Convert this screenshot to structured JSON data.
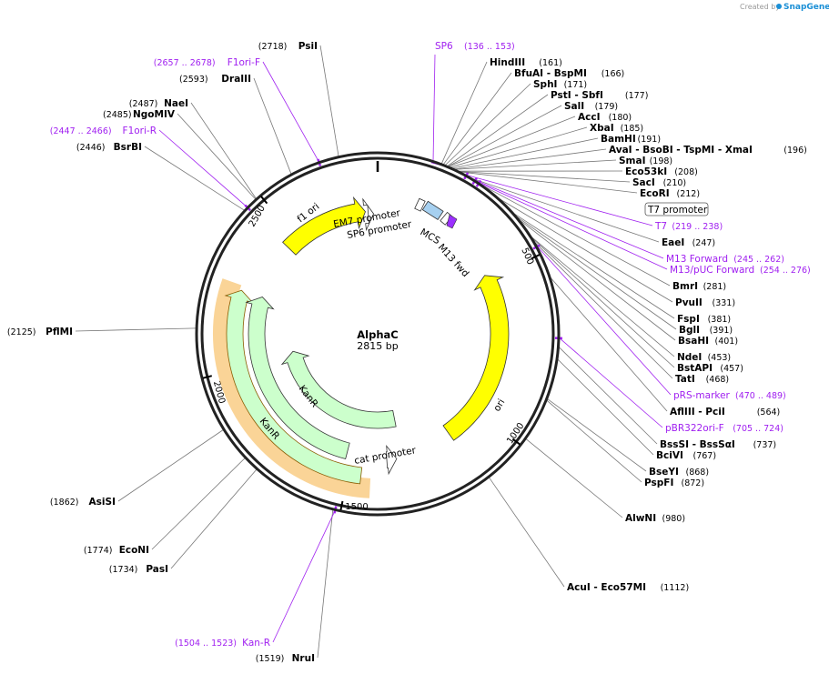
{
  "credit": {
    "prefix": "Created by",
    "brand": "SnapGene"
  },
  "plasmid": {
    "name": "AlphaC",
    "size": "2815 bp"
  },
  "ticks": [
    {
      "label": "500"
    },
    {
      "label": "1000"
    },
    {
      "label": "1500"
    },
    {
      "label": "2000"
    },
    {
      "label": "2500"
    }
  ],
  "features": {
    "f1_ori": "f1 ori",
    "em7": "EM7 promoter",
    "sp6_prom": "SP6 promoter",
    "mcs": "MCS",
    "m13fwd": "M13 fwd",
    "kanr_outer": "KanR",
    "kanr_inner": "KanR",
    "ori": "ori",
    "cat": "cat promoter",
    "t7prom": "T7 promoter"
  },
  "enzymes_right": [
    {
      "name": "HindIII",
      "pos": "(161)"
    },
    {
      "name": "BfuAI",
      "extra": " - BspMI",
      "pos": "(166)"
    },
    {
      "name": "SphI",
      "pos": "(171)"
    },
    {
      "name": "PstI",
      "extra": " - SbfI",
      "pos": "(177)"
    },
    {
      "name": "SalI",
      "pos": "(179)"
    },
    {
      "name": "AccI",
      "pos": "(180)"
    },
    {
      "name": "XbaI",
      "pos": "(185)"
    },
    {
      "name": "BamHI",
      "pos": "(191)"
    },
    {
      "name": "AvaI",
      "extra": " - BsoBI - TspMI - XmaI",
      "pos": "(196)"
    },
    {
      "name": "SmaI",
      "pos": "(198)"
    },
    {
      "name": "Eco53kI",
      "pos": "(208)"
    },
    {
      "name": "SacI",
      "pos": "(210)"
    },
    {
      "name": "EcoRI",
      "pos": "(212)"
    },
    {
      "name": "EaeI",
      "pos": "(247)"
    },
    {
      "name": "BmrI",
      "pos": "(281)"
    },
    {
      "name": "PvuII",
      "pos": "(331)"
    },
    {
      "name": "FspI",
      "pos": "(381)"
    },
    {
      "name": "BglI",
      "pos": "(391)"
    },
    {
      "name": "BsaHI",
      "pos": "(401)"
    },
    {
      "name": "NdeI",
      "pos": "(453)"
    },
    {
      "name": "BstAPI",
      "pos": "(457)"
    },
    {
      "name": "TatI",
      "pos": "(468)"
    },
    {
      "name": "AflIII",
      "extra": " - PciI",
      "pos": "(564)"
    },
    {
      "name": "BssSI",
      "extra": " - BssSαI",
      "pos": "(737)"
    },
    {
      "name": "BciVI",
      "pos": "(767)"
    },
    {
      "name": "BseYI",
      "pos": "(868)"
    },
    {
      "name": "PspFI",
      "pos": "(872)"
    },
    {
      "name": "AlwNI",
      "pos": "(980)"
    },
    {
      "name": "AcuI",
      "extra": " - Eco57MI",
      "pos": "(1112)"
    }
  ],
  "primers_right": [
    {
      "name": "T7",
      "pos": "(219 .. 238)"
    },
    {
      "name": "M13 Forward",
      "pos": "(245 .. 262)"
    },
    {
      "name": "M13/pUC Forward",
      "pos": "(254 .. 276)"
    },
    {
      "name": "pRS-marker",
      "pos": "(470 .. 489)"
    },
    {
      "name": "pBR322ori-F",
      "pos": "(705 .. 724)"
    }
  ],
  "sp6_primer": {
    "name": "SP6",
    "pos": "(136 .. 153)"
  },
  "enzymes_left": [
    {
      "name": "PsiI",
      "pos": "(2718)"
    },
    {
      "name": "DraIII",
      "pos": "(2593)"
    },
    {
      "name": "NaeI",
      "pos": "(2487)"
    },
    {
      "name": "NgoMIV",
      "pos": "(2485)"
    },
    {
      "name": "BsrBI",
      "pos": "(2446)"
    },
    {
      "name": "PflMI",
      "pos": "(2125)"
    },
    {
      "name": "AsiSI",
      "pos": "(1862)"
    },
    {
      "name": "EcoNI",
      "pos": "(1774)"
    },
    {
      "name": "PasI",
      "pos": "(1734)"
    },
    {
      "name": "NruI",
      "pos": "(1519)"
    }
  ],
  "primers_left": [
    {
      "name": "F1ori-F",
      "pos": "(2657 .. 2678)"
    },
    {
      "name": "F1ori-R",
      "pos": "(2447 .. 2466)"
    },
    {
      "name": "Kan-R",
      "pos": "(1504 .. 1523)"
    }
  ],
  "colors": {
    "backbone": "#222222",
    "f1ori": "#ffff00",
    "ori": "#ffff00",
    "kanr": "#ccffcc",
    "promoter": "#ffffff",
    "mcs": "#a6d0f0",
    "primer": "#a020f0",
    "highlight": "#f5b041"
  }
}
